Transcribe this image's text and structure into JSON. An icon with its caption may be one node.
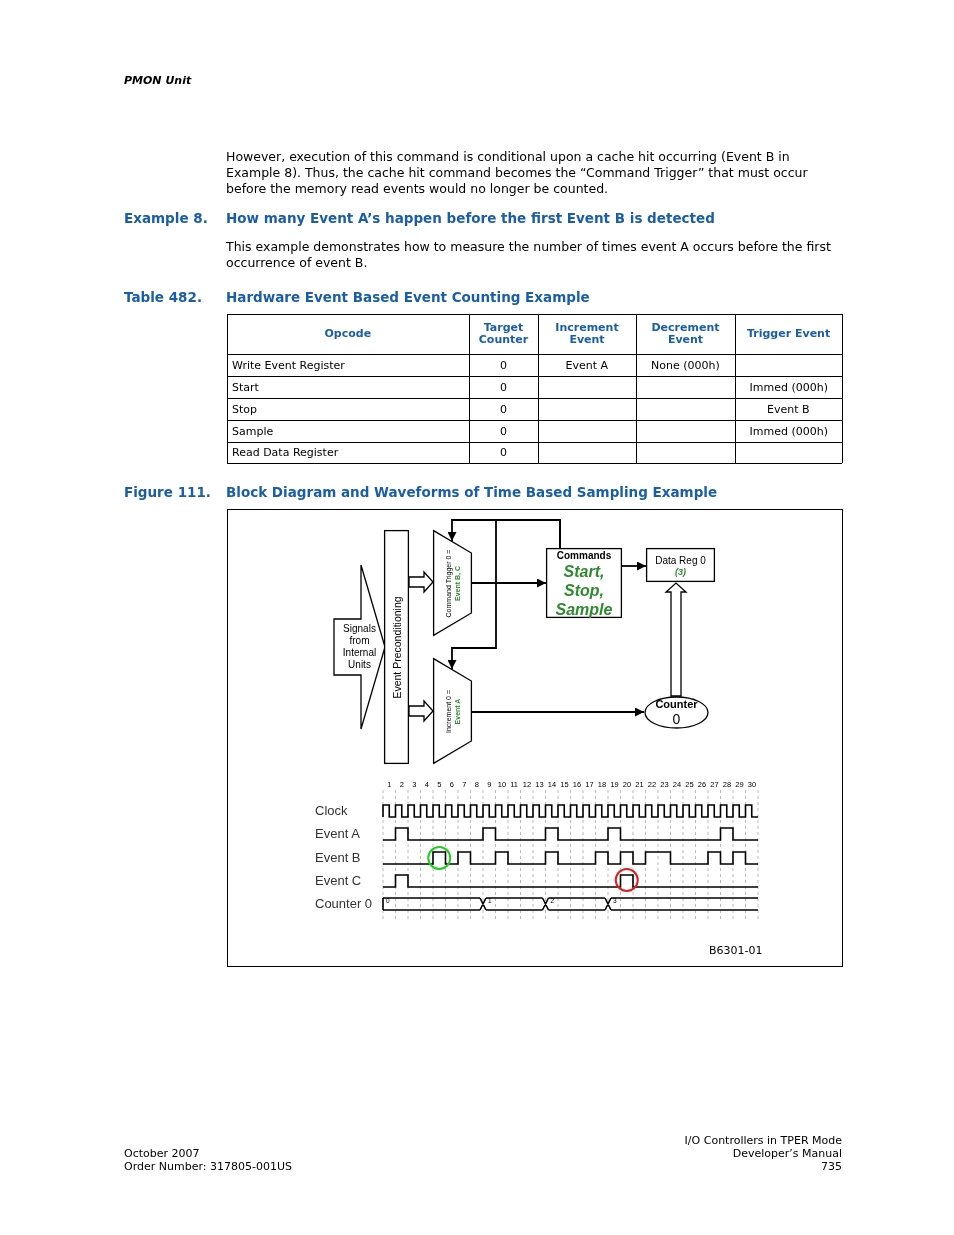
{
  "diagram": {
    "nodes": [
      {
        "text": [
          "Signals from Internal Units"
        ]
      },
      {
        "text": [
          "Event Preconditioning"
        ]
      },
      {
        "text": [
          "Command Trigger 0 =",
          "Event B, C"
        ]
      },
      {
        "text": [
          "Increment 0 =",
          "Event A"
        ]
      },
      {
        "text": [
          "Commands",
          "Start, Stop, Sample"
        ]
      },
      {
        "text": [
          "Data Reg 0",
          "(3)"
        ]
      },
      {
        "text": [
          "Counter",
          "0"
        ]
      }
    ],
    "edges": [
      {
        "from": 1,
        "to": 2,
        "arrow": "to",
        "style": "thick"
      },
      {
        "from": 1,
        "to": 3,
        "arrow": "to",
        "style": "thick"
      },
      {
        "from": 2,
        "to": 4,
        "arrow": "to"
      },
      {
        "from": 4,
        "to": 5,
        "arrow": "to"
      },
      {
        "from": 6,
        "to": 5,
        "arrow": "to",
        "style": "thick"
      },
      {
        "from": 3,
        "to": 6,
        "arrow": "to"
      },
      {
        "from": 4,
        "to": 2,
        "arrow": "to"
      },
      {
        "from": 4,
        "to": 3,
        "arrow": "to"
      }
    ],
    "labels": [
      "PMON Unit",
      "However, execution of this command is conditional upon a cache hit occurring (Event B in Example 8). Thus, the cache hit command becomes the “Command Trigger” that must occur before the memory read events would no longer be counted.",
      "Example 8.",
      "How many Event A’s happen before the first Event B is detected",
      "This example demonstrates how to measure the number of times event A occurs before the first occurrence of event B.",
      "Table 482.",
      "Hardware Event Based Event Counting Example",
      "Opcode",
      "Target Counter",
      "Increment Event",
      "Decrement Event",
      "Trigger Event",
      "Write Event Register",
      "0",
      "Event A",
      "None (000h)",
      "Start",
      "0",
      "Immed (000h)",
      "Stop",
      "0",
      "Event B",
      "Sample",
      "0",
      "Immed (000h)",
      "Read Data Register",
      "0",
      "Figure 111.",
      "Block Diagram and Waveforms of Time Based Sampling Example",
      "1",
      "2",
      "3",
      "4",
      "5",
      "6",
      "7",
      "8",
      "9",
      "10",
      "11",
      "12",
      "13",
      "14",
      "15",
      "16",
      "17",
      "18",
      "19",
      "20",
      "21",
      "22",
      "23",
      "24",
      "25",
      "26",
      "27",
      "28",
      "29",
      "30",
      "Clock",
      "Event A",
      "Event B",
      "Event C",
      "Counter 0",
      "0",
      "1",
      "2",
      "3",
      "B6301-01",
      "October 2007",
      "Order Number: 317805-001US",
      "I/O Controllers in TPER Mode Developer’s Manual",
      "735"
    ]
  }
}
